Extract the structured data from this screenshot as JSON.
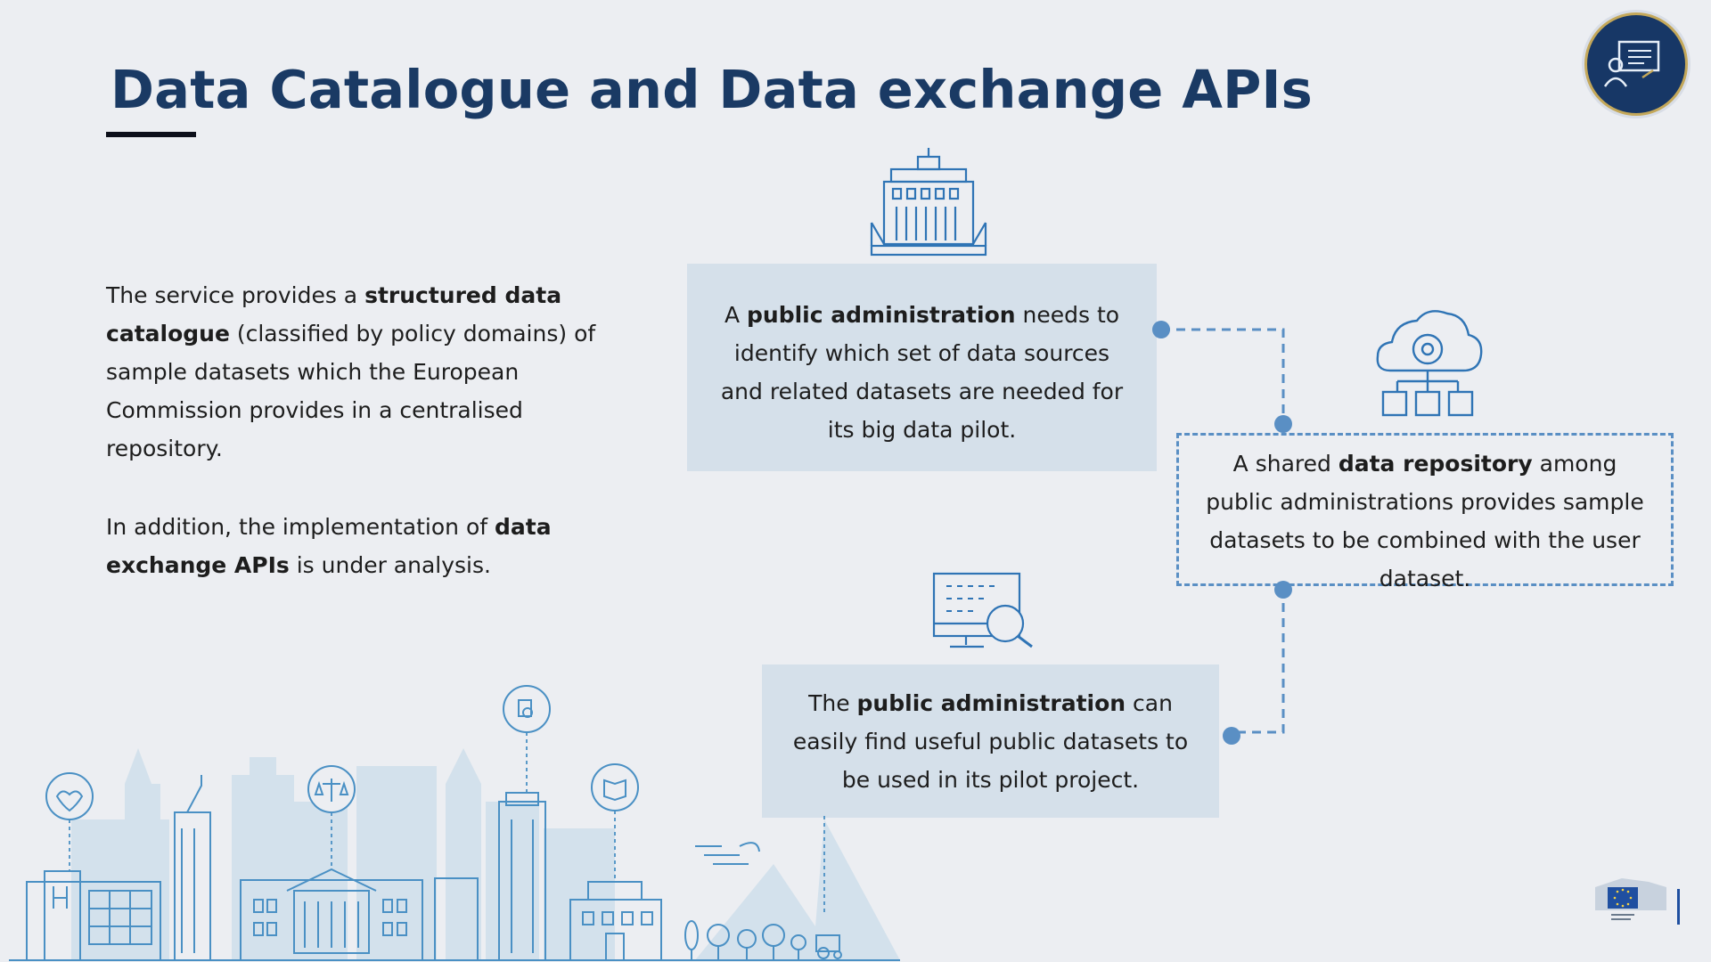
{
  "header": {
    "title": "Data Catalogue and Data exchange APIs"
  },
  "intro": {
    "p1": [
      {
        "text": "The service provides a ",
        "bold": false
      },
      {
        "text": "structured data catalogue",
        "bold": true
      },
      {
        "text": " (classified by policy domains) of sample datasets which the European Commission provides in a centralised repository.",
        "bold": false
      }
    ],
    "p2": [
      {
        "text": "In addition, the implementation of ",
        "bold": false
      },
      {
        "text": "data exchange APIs",
        "bold": true
      },
      {
        "text": " is under analysis.",
        "bold": false
      }
    ]
  },
  "steps": {
    "step1": [
      {
        "text": "A ",
        "bold": false
      },
      {
        "text": "public administration",
        "bold": true
      },
      {
        "text": " needs to identify which set of data sources and related datasets are needed for its big data pilot.",
        "bold": false
      }
    ],
    "step2": [
      {
        "text": "A shared ",
        "bold": false
      },
      {
        "text": "data repository",
        "bold": true
      },
      {
        "text": " among public administrations provides sample datasets to be combined with the user dataset.",
        "bold": false
      }
    ],
    "step3": [
      {
        "text": "The ",
        "bold": false
      },
      {
        "text": "public administration",
        "bold": true
      },
      {
        "text": " can easily find useful public datasets to be used in its pilot project.",
        "bold": false
      }
    ]
  },
  "icons": {
    "step1": "government-building-icon",
    "step2": "cloud-repository-icon",
    "step3": "data-search-monitor-icon",
    "badge": "presenter-badge-icon",
    "skyline": "city-skyline-illustration",
    "eu": "european-commission-logo"
  },
  "colors": {
    "title": "#1a3a64",
    "accent": "#5a8fc4",
    "card": "#d5e0ea",
    "icon_stroke": "#2f74b5",
    "background": "#eceef2"
  }
}
